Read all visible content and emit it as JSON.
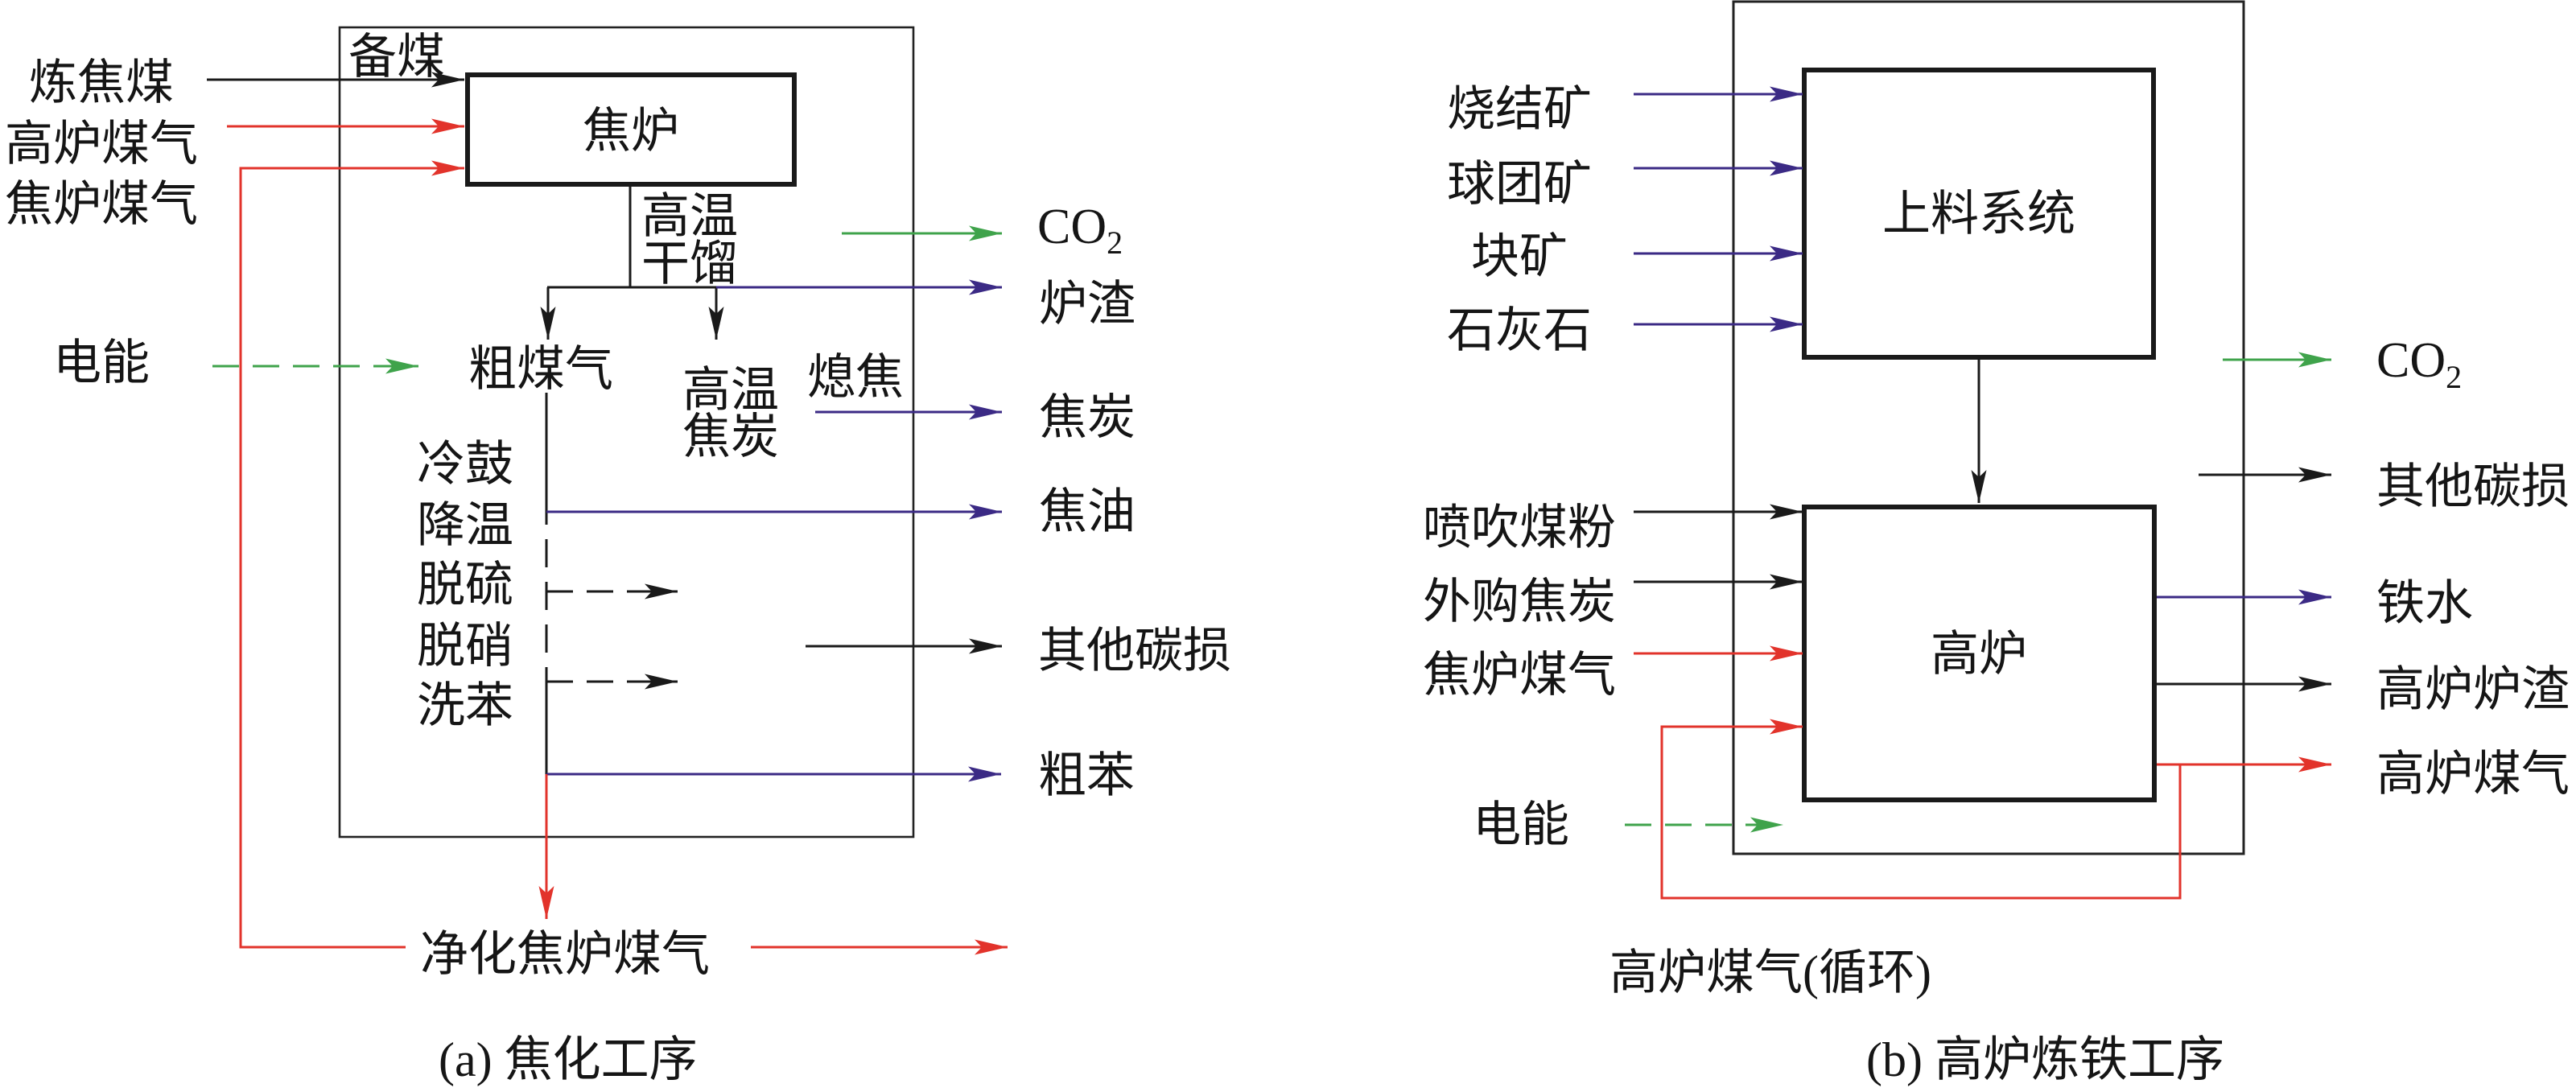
{
  "colors": {
    "carbon_product_flow": "#3b2a85",
    "gas_flow": "#e2332b",
    "co2_and_electricity": "#3fa34b",
    "main_flow": "#1a1a1a"
  },
  "panel_a": {
    "caption": "(a) 焦化工序",
    "coal_preparation": "备煤",
    "unit": "焦炉",
    "inputs": {
      "coking_coal": "炼焦煤",
      "bf_gas": "高炉煤气",
      "coke_oven_gas": "焦炉煤气",
      "electricity": "电能"
    },
    "internal": {
      "carbonization": [
        "高温",
        "干馏"
      ],
      "raw_gas": "粗煤气",
      "hot_coke": [
        "高温",
        "焦炭"
      ],
      "quenching": "熄焦",
      "purification_steps": [
        "冷鼓",
        "降温",
        "脱硫",
        "脱硝",
        "洗苯"
      ]
    },
    "outputs": {
      "co2": {
        "main": "CO",
        "sub": "2"
      },
      "slag": "炉渣",
      "coke": "焦炭",
      "tar": "焦油",
      "other_carbon_loss": "其他碳损",
      "crude_benzene": "粗苯",
      "purified_gas": "净化焦炉煤气"
    }
  },
  "panel_b": {
    "caption": "(b) 高炉炼铁工序",
    "units": {
      "charging_system": "上料系统",
      "blast_furnace": "高炉"
    },
    "inputs": {
      "sinter": "烧结矿",
      "pellets": "球团矿",
      "lump_ore": "块矿",
      "limestone": "石灰石",
      "pulverized_coal_injection": "喷吹煤粉",
      "purchased_coke": "外购焦炭",
      "coke_oven_gas": "焦炉煤气",
      "electricity": "电能"
    },
    "outputs": {
      "co2": {
        "main": "CO",
        "sub": "2"
      },
      "other_carbon_loss": "其他碳损",
      "hot_metal": "铁水",
      "bf_slag": "高炉炉渣",
      "bf_gas": "高炉煤气"
    },
    "recycle_label": "高炉煤气(循环)"
  }
}
